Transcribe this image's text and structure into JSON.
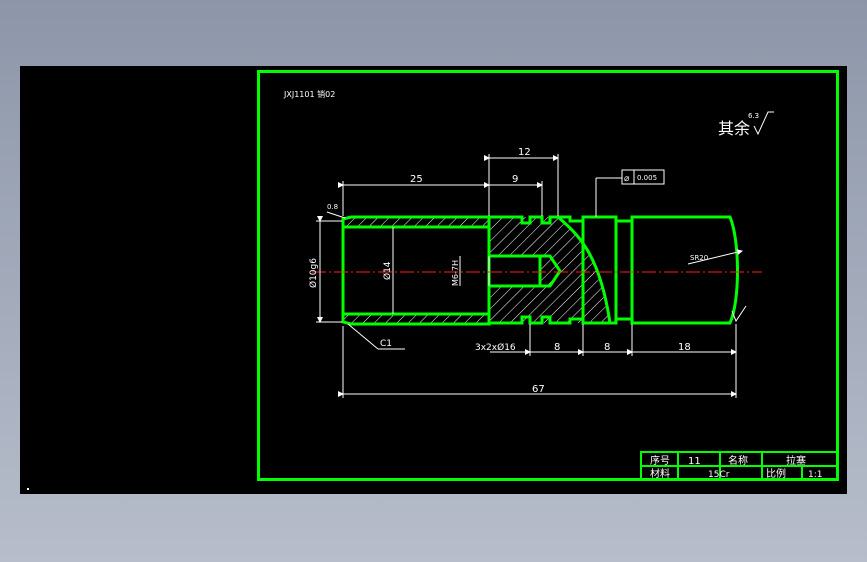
{
  "header": {
    "drawing_code": "JXJ1101 销02"
  },
  "roughness": {
    "label": "其余",
    "value": "6.3"
  },
  "dimensions": {
    "d12": "12",
    "d25": "25",
    "d9": "9",
    "d67": "67",
    "d8a": "8",
    "d8b": "8",
    "d18": "18",
    "dia_outer": "Ø10g6",
    "dia_bore": "Ø14",
    "thread": "M6-7H",
    "groove": "3x2xØ16",
    "sphere": "SR20",
    "chamfer": "C1",
    "datum_roughness": "0.8",
    "tolerance": "0.005"
  },
  "titleblock": {
    "r1c1": "序号",
    "r1c2": "11",
    "r1c3": "名称",
    "r1c4": "拉塞",
    "r2c1": "材料",
    "r2c2": "15Cr",
    "r2c3": "比例",
    "r2c4": "1:1"
  },
  "colors": {
    "frame": "#00ff00",
    "lines": "#ffffff",
    "centerline": "#ff2020",
    "background": "#000000"
  }
}
